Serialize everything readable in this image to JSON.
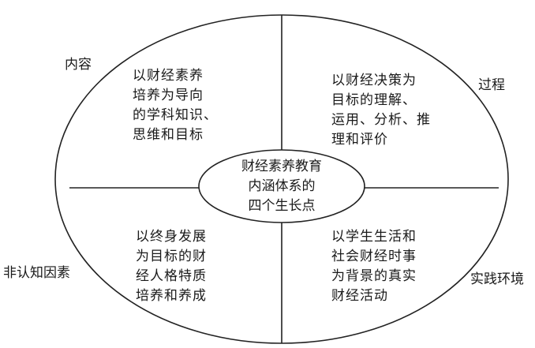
{
  "center": {
    "lines": [
      "财经素养教育",
      "内涵体系的",
      "四个生长点"
    ]
  },
  "outer_labels": {
    "top_left": "内容",
    "top_right": "过程",
    "bottom_left": "非认知因素",
    "bottom_right": "实践环境"
  },
  "quadrants": {
    "top_left": [
      "以财经素养",
      "培养为导向",
      "的学科知识、",
      "思维和目标"
    ],
    "top_right": [
      "以财经决策为",
      "目标的理解、",
      "运用、分析、推",
      "理和评价"
    ],
    "bottom_left": [
      "以终身发展",
      "为目标的财",
      "经人格特质",
      "培养和养成"
    ],
    "bottom_right": [
      "以学生生活和",
      "社会财经时事",
      "为背景的真实",
      "财经活动"
    ]
  }
}
